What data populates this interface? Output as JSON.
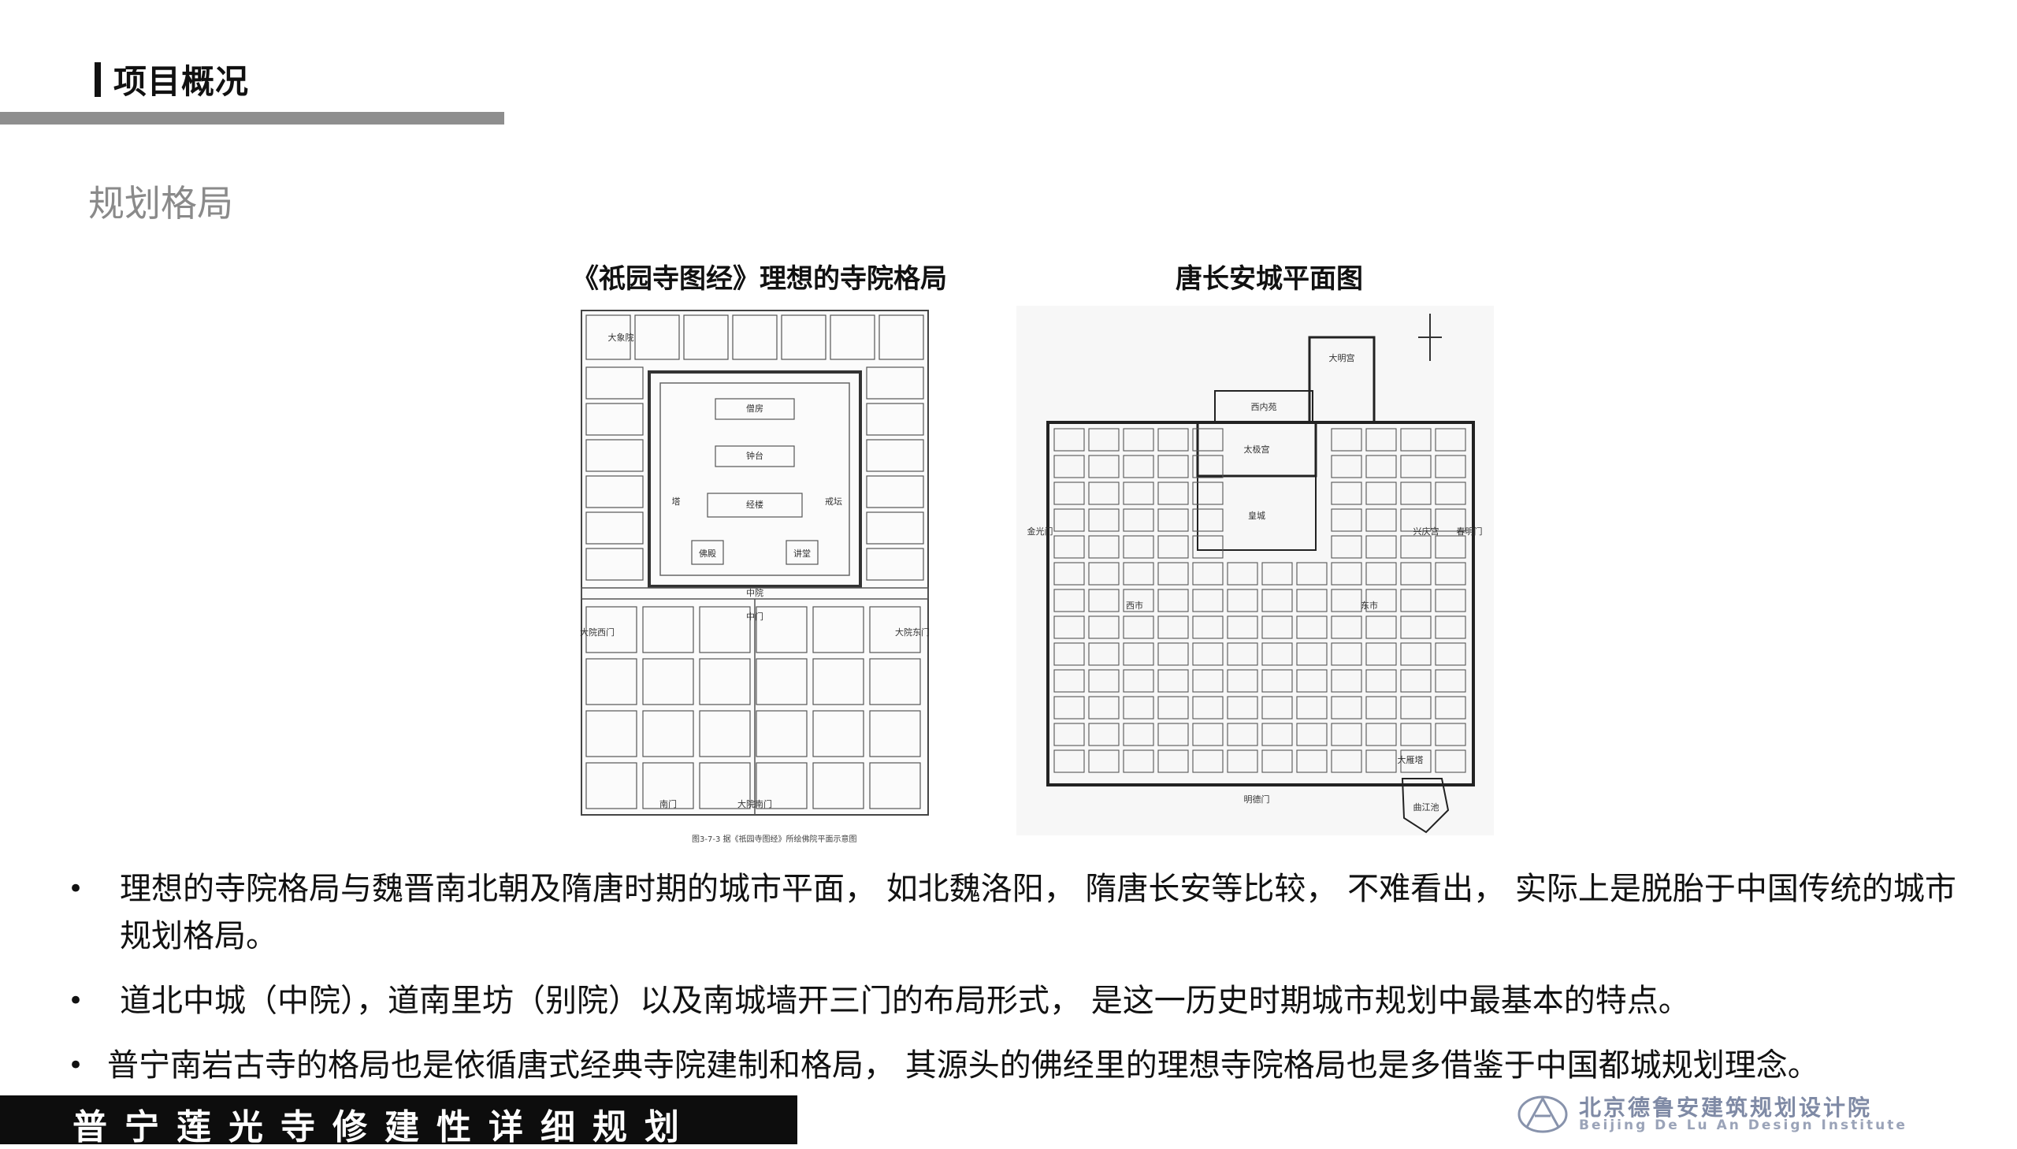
{
  "header": {
    "title": "项目概况"
  },
  "section": {
    "subtitle": "规划格局"
  },
  "figures": {
    "left": {
      "caption": "《祇园寺图经》理想的寺院格局",
      "plan_labels": [
        "大象院",
        "僧房",
        "钟台",
        "经楼",
        "佛殿",
        "讲堂",
        "中院",
        "中门",
        "大院南门",
        "南门",
        "大院东门",
        "大院西门",
        "塔",
        "戒坛"
      ],
      "footnote": "图3-7-3 据《祇园寺图经》所绘佛院平面示意图"
    },
    "right": {
      "caption": "唐长安城平面图",
      "plan_labels": [
        "大明宫",
        "西内苑",
        "太极宫",
        "皇城",
        "东市",
        "西市",
        "兴庆宫",
        "大雁塔",
        "曲江池",
        "明德门",
        "春明门",
        "金光门"
      ]
    }
  },
  "bullets": [
    {
      "marker": "•",
      "text": "理想的寺院格局与魏晋南北朝及隋唐时期的城市平面， 如北魏洛阳， 隋唐长安等比较， 不难看出， 实际上是脱胎于中国传统的城市规划格局。"
    },
    {
      "marker": "•",
      "text": "道北中城（中院），道南里坊（别院）以及南城墙开三门的布局形式， 是这一历史时期城市规划中最基本的特点。"
    },
    {
      "marker": "•",
      "text": "普宁南岩古寺的格局也是依循唐式经典寺院建制和格局， 其源头的佛经里的理想寺院格局也是多借鉴于中国都城规划理念。"
    }
  ],
  "footer": {
    "project_title": "普宁莲光寺修建性详细规划",
    "logo_cn": "北京德鲁安建筑规划设计院",
    "logo_en": "Beijing De Lu An Design Institute"
  },
  "colors": {
    "footer_bg": "#0d0d0d",
    "rule": "#8e8e8e",
    "subtitle": "#8a8a8a",
    "logo": "#7f8aa5"
  }
}
